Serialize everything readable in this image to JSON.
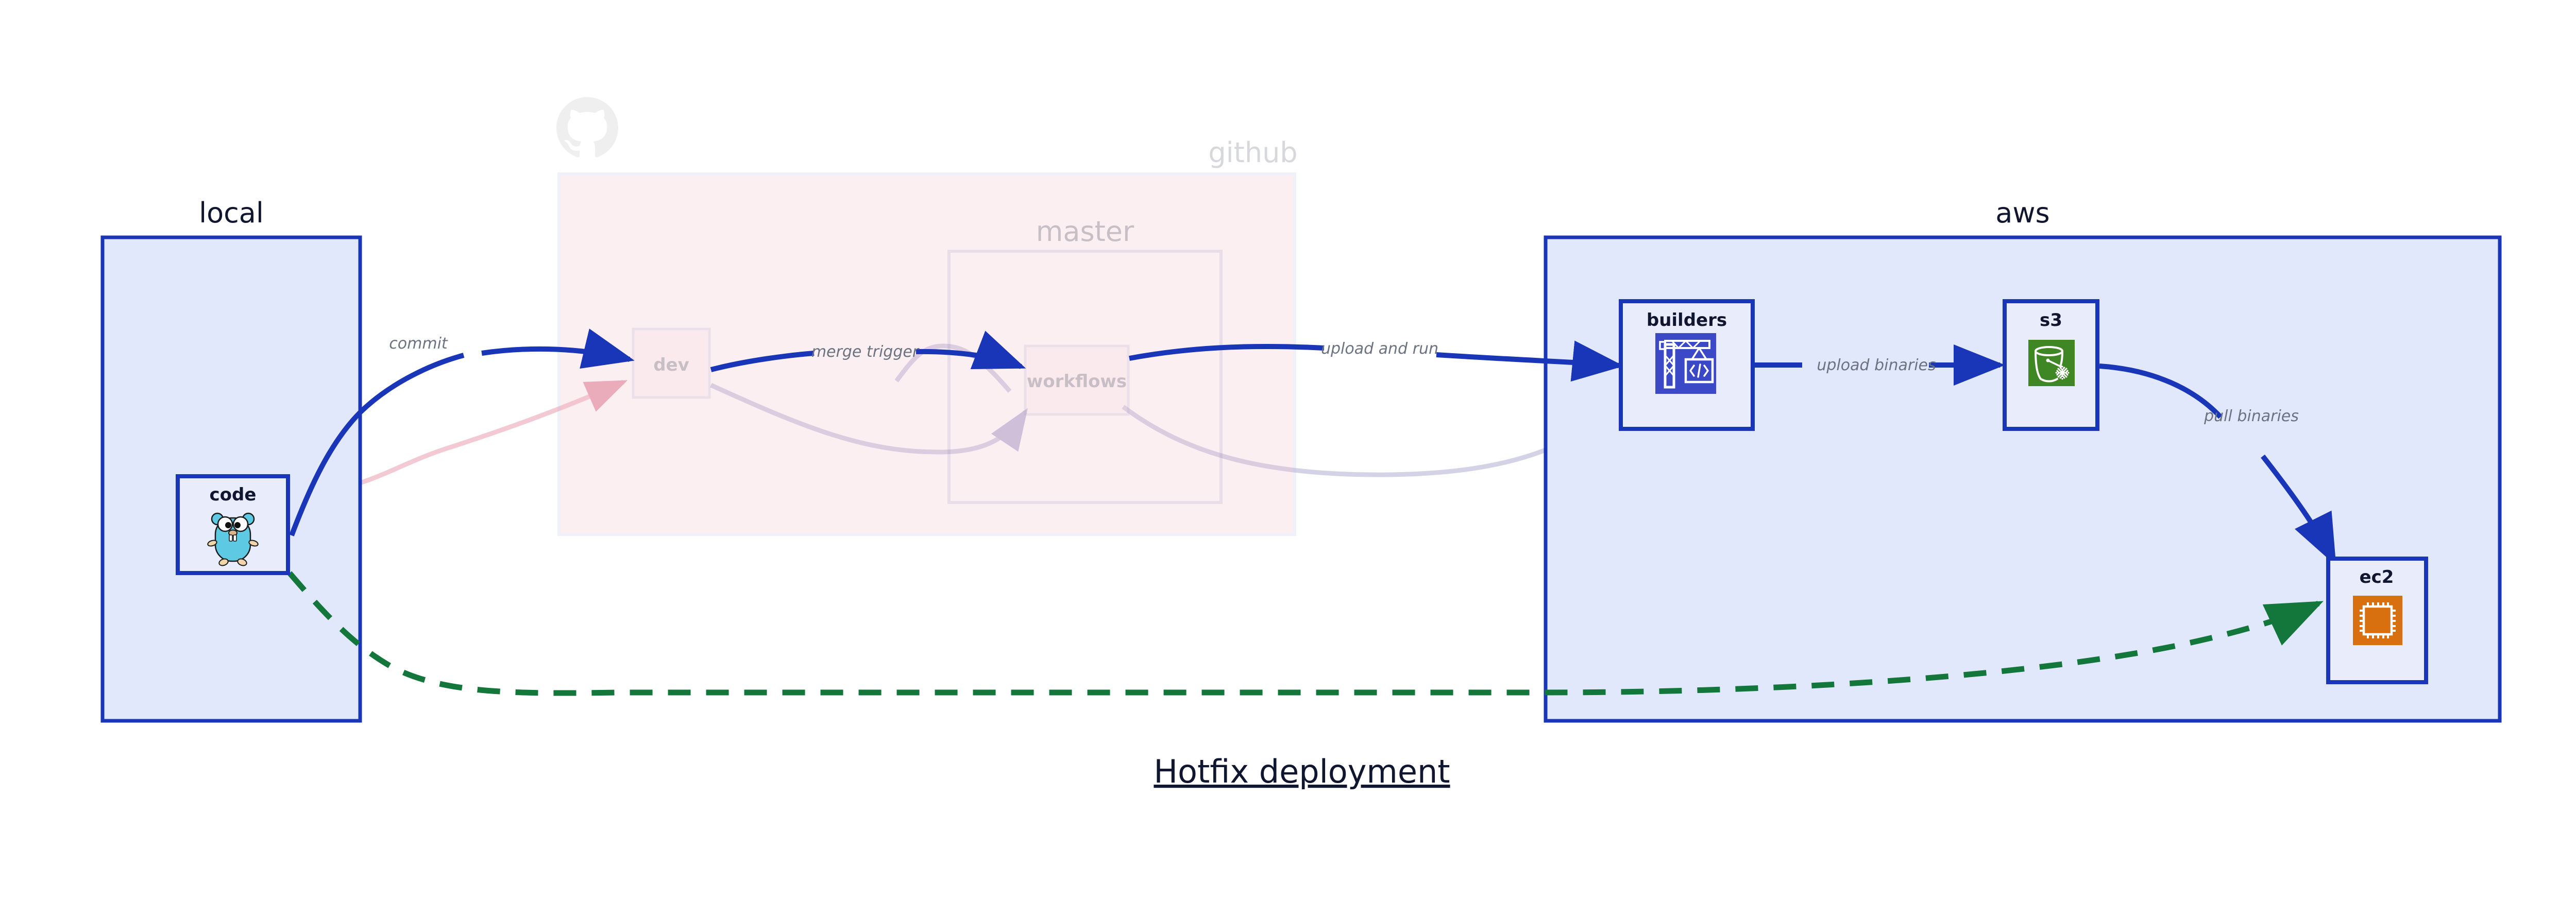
{
  "diagram": {
    "title": "Hotfix deployment",
    "background": "#ffffff",
    "accent_blue": "#1a36b8",
    "accent_green": "#13763a",
    "label_gray": "#6b7280",
    "text_dark": "#10162f"
  },
  "groups": [
    {
      "id": "local",
      "label": "local",
      "fill": "#e2e8fb",
      "stroke": "#1a36b8",
      "faded": false
    },
    {
      "id": "github",
      "label": "github",
      "fill": "#fae1e7",
      "stroke": "#d6d3e4",
      "faded": true
    },
    {
      "id": "aws",
      "label": "aws",
      "fill": "#e2e8fb",
      "stroke": "#1a36b8",
      "faded": false
    }
  ],
  "subgroups": [
    {
      "id": "master",
      "label": "master",
      "parent": "github",
      "faded": true
    }
  ],
  "nodes": [
    {
      "id": "code",
      "label": "code",
      "group": "local",
      "icon": "golang-gopher-icon",
      "icon_color": "#5dc9e2",
      "faded": false
    },
    {
      "id": "dev",
      "label": "dev",
      "group": "github",
      "icon": "none",
      "faded": true
    },
    {
      "id": "workflows",
      "label": "workflows",
      "group": "master",
      "icon": "none",
      "faded": true
    },
    {
      "id": "builders",
      "label": "builders",
      "group": "aws",
      "icon": "crane-code-icon",
      "icon_color": "#3c49c6",
      "faded": false
    },
    {
      "id": "s3",
      "label": "s3",
      "group": "aws",
      "icon": "s3-bucket-glacier-icon",
      "icon_color": "#3f8624",
      "faded": false
    },
    {
      "id": "ec2",
      "label": "ec2",
      "group": "aws",
      "icon": "cpu-chip-icon",
      "icon_color": "#d9700f",
      "faded": false
    }
  ],
  "edges": [
    {
      "id": "e1",
      "from": "code",
      "to": "dev",
      "label": "commit",
      "style": "solid",
      "color": "#1a36b8"
    },
    {
      "id": "e2",
      "from": "dev",
      "to": "workflows",
      "label": "merge trigger",
      "style": "solid",
      "color": "#1a36b8"
    },
    {
      "id": "e3",
      "from": "workflows",
      "to": "builders",
      "label": "upload and run",
      "style": "solid",
      "color": "#1a36b8"
    },
    {
      "id": "e4",
      "from": "builders",
      "to": "s3",
      "label": "upload binaries",
      "style": "solid",
      "color": "#1a36b8"
    },
    {
      "id": "e5",
      "from": "s3",
      "to": "ec2",
      "label": "pull binaries",
      "style": "solid",
      "color": "#1a36b8"
    },
    {
      "id": "e6",
      "from": "code",
      "to": "ec2",
      "label": "",
      "style": "dashed",
      "color": "#13763a"
    }
  ]
}
